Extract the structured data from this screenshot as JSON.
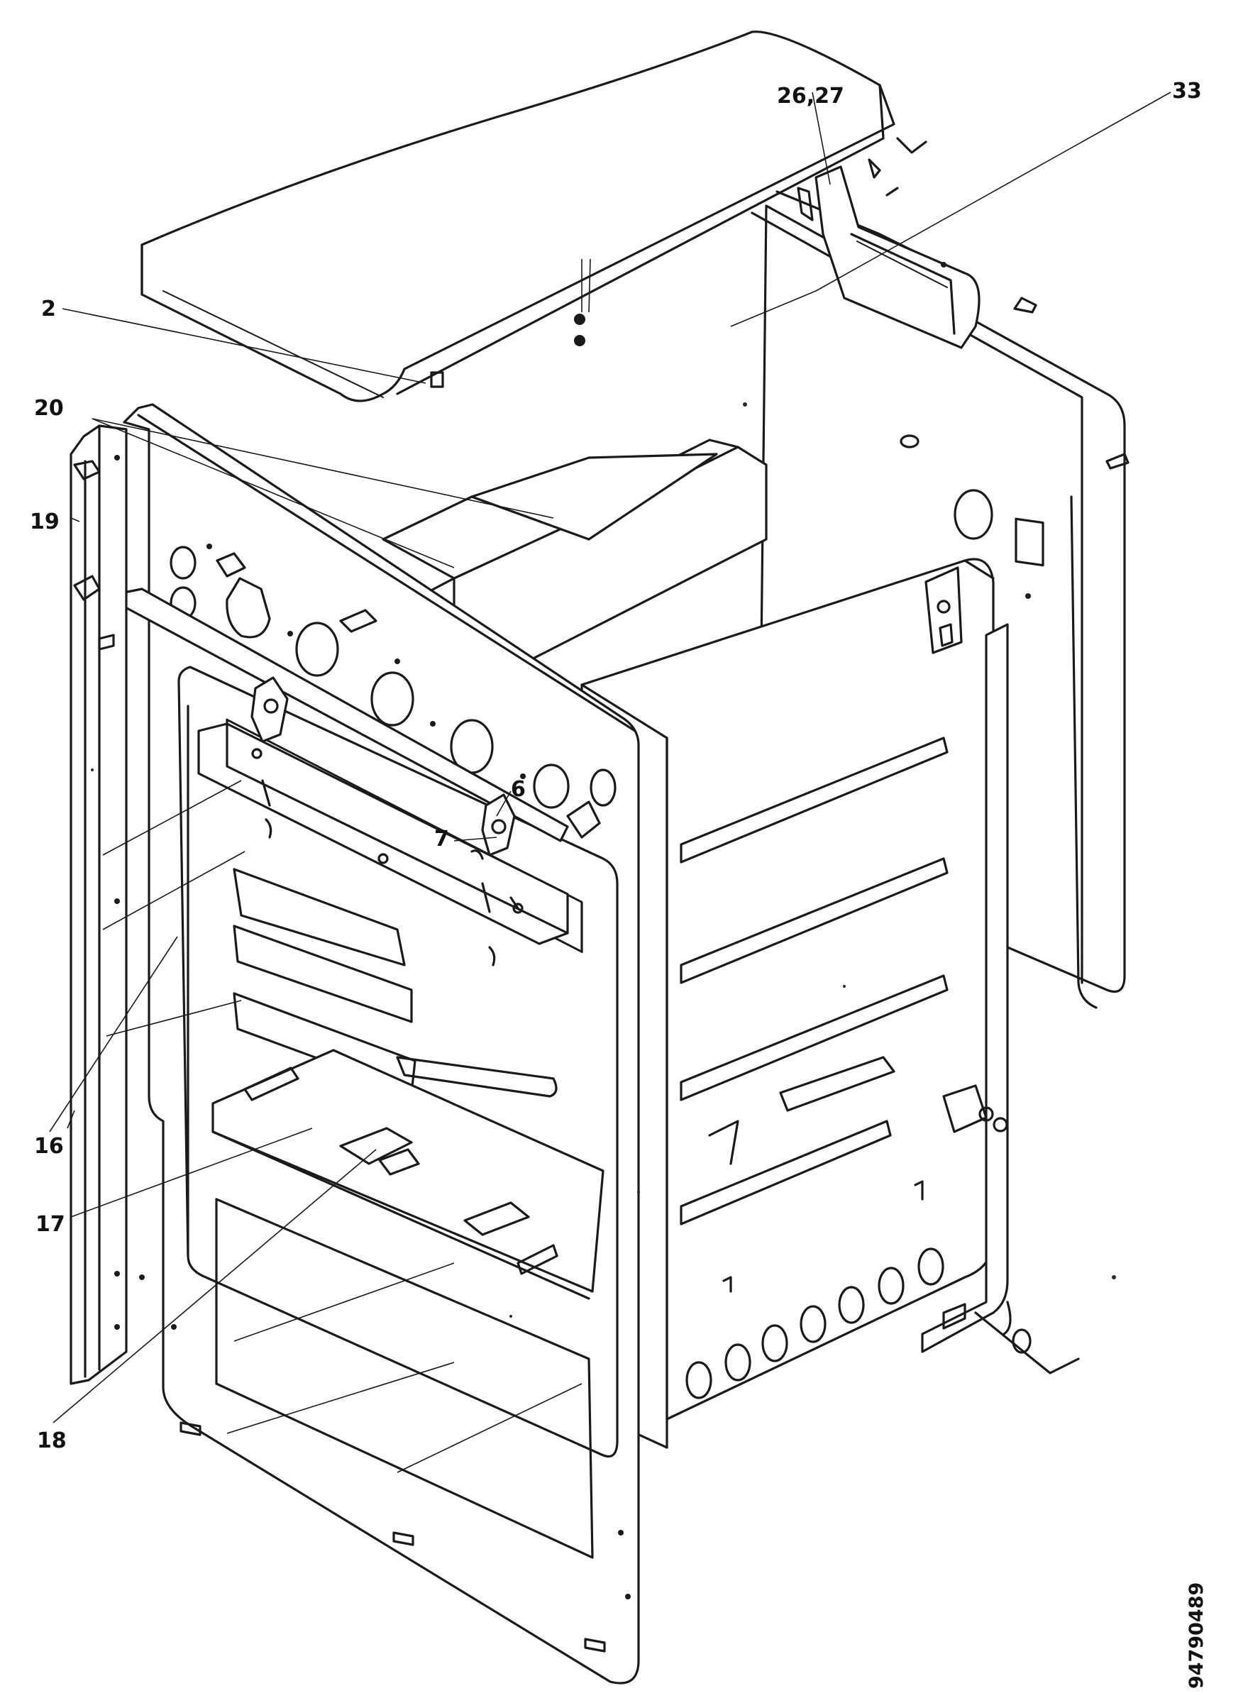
{
  "callouts": [
    {
      "id": "c2",
      "label": "2"
    },
    {
      "id": "c20",
      "label": "20"
    },
    {
      "id": "c19",
      "label": "19"
    },
    {
      "id": "c2627",
      "label": "26,27"
    },
    {
      "id": "c33",
      "label": "33"
    },
    {
      "id": "c6",
      "label": "6"
    },
    {
      "id": "c7",
      "label": "7"
    },
    {
      "id": "c16",
      "label": "16"
    },
    {
      "id": "c17",
      "label": "17"
    },
    {
      "id": "c18",
      "label": "18"
    }
  ],
  "document_number": "94790489",
  "colors": {
    "ink": "#1a1a1a",
    "paper": "#ffffff"
  }
}
